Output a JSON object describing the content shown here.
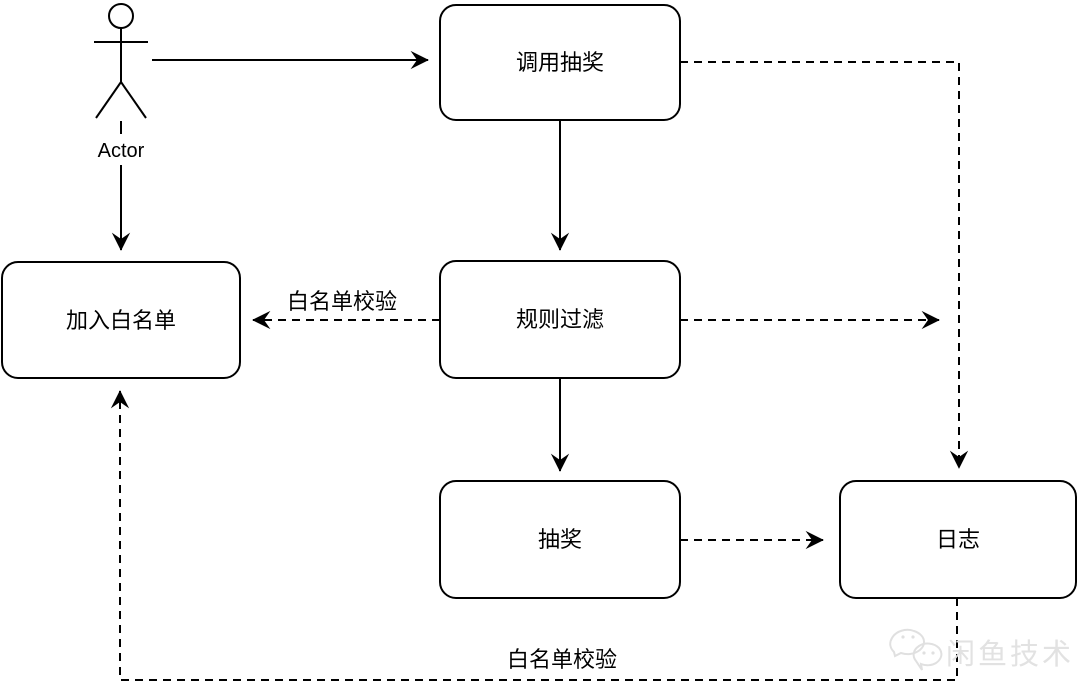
{
  "diagram": {
    "title_hint": "lottery whitelist flow diagram",
    "actor": {
      "label": "Actor"
    },
    "nodes": {
      "call_lottery": {
        "label": "调用抽奖"
      },
      "add_whitelist": {
        "label": "加入白名单"
      },
      "rule_filter": {
        "label": "规则过滤"
      },
      "lottery": {
        "label": "抽奖"
      },
      "log": {
        "label": "日志"
      }
    },
    "edges": [
      {
        "from": "actor",
        "to": "call_lottery",
        "style": "solid",
        "label": ""
      },
      {
        "from": "actor",
        "to": "add_whitelist",
        "style": "solid",
        "label": ""
      },
      {
        "from": "call_lottery",
        "to": "rule_filter",
        "style": "solid",
        "label": ""
      },
      {
        "from": "call_lottery",
        "to": "log",
        "style": "dashed",
        "label": ""
      },
      {
        "from": "rule_filter",
        "to": "add_whitelist",
        "style": "dashed",
        "label": "白名单校验"
      },
      {
        "from": "rule_filter",
        "to": "log",
        "style": "dashed",
        "label": ""
      },
      {
        "from": "rule_filter",
        "to": "lottery",
        "style": "solid",
        "label": ""
      },
      {
        "from": "lottery",
        "to": "log",
        "style": "dashed",
        "label": ""
      },
      {
        "from": "log",
        "to": "add_whitelist",
        "style": "dashed",
        "label": "白名单校验"
      }
    ],
    "edge_labels": {
      "whitelist_check_mid": {
        "label": "白名单校验"
      },
      "whitelist_check_bottom": {
        "label": "白名单校验"
      }
    },
    "watermark": {
      "label": "闲鱼技术"
    },
    "colors": {
      "line": "#000000",
      "node_fill": "#ffffff",
      "background": "#ffffff",
      "watermark": "#e0e0e0"
    }
  }
}
